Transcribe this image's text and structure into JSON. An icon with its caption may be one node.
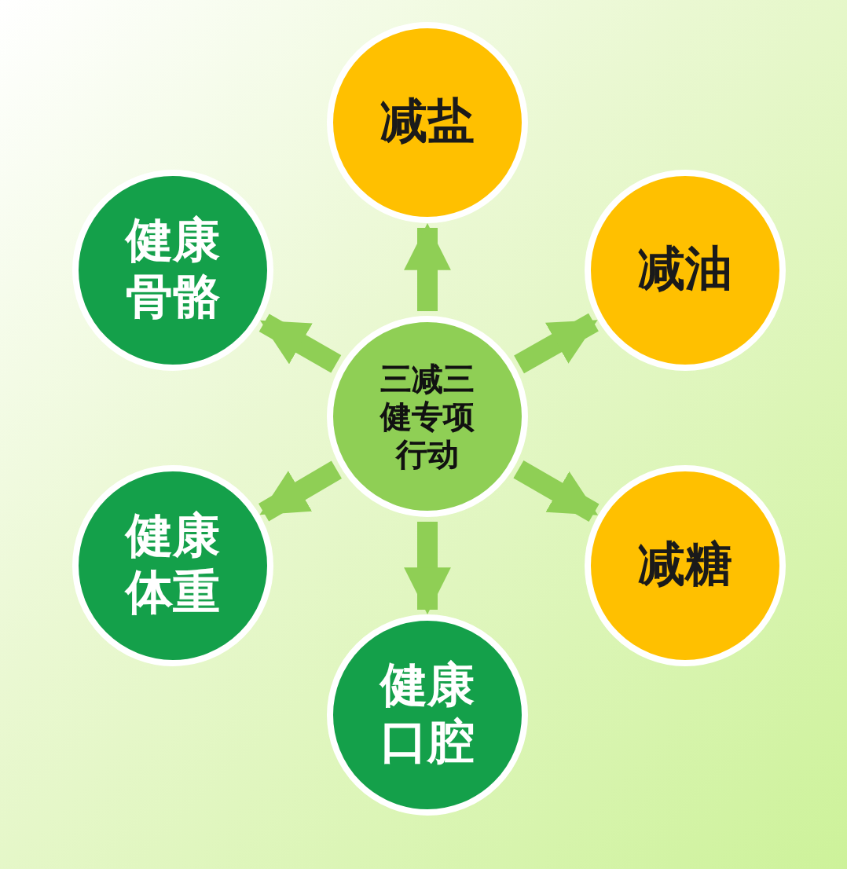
{
  "diagram": {
    "nodes": [
      {
        "text": [
          "三减三健专项行动"
        ]
      },
      {
        "text": [
          "减盐"
        ]
      },
      {
        "text": [
          "减油"
        ]
      },
      {
        "text": [
          "减糖"
        ]
      },
      {
        "text": [
          "健康口腔"
        ]
      },
      {
        "text": [
          "健康体重"
        ]
      },
      {
        "text": [
          "健康骨骼"
        ]
      }
    ],
    "edges": [
      {
        "from": 0,
        "to": 1,
        "arrow": "to"
      },
      {
        "from": 0,
        "to": 2,
        "arrow": "to"
      },
      {
        "from": 0,
        "to": 3,
        "arrow": "to"
      },
      {
        "from": 0,
        "to": 4,
        "arrow": "to"
      },
      {
        "from": 0,
        "to": 5,
        "arrow": "to"
      },
      {
        "from": 0,
        "to": 6,
        "arrow": "to"
      }
    ]
  }
}
